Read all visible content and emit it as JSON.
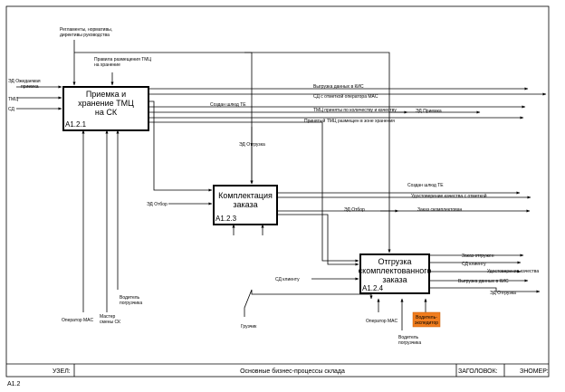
{
  "frame": {
    "node_label": "УЗЕЛ:",
    "title": "Основные бизнес-процессы склада",
    "heading_label": "ЗАГОЛОВОК:",
    "number_label": "ЗНОМЕР:",
    "page_id": "A1.2"
  },
  "boxes": [
    {
      "title": [
        "Приемка и",
        "хранение ТМЦ",
        "на СК"
      ],
      "code": "A1.2.1"
    },
    {
      "title": [
        "Комплектация",
        "заказа"
      ],
      "code": "A1.2.3"
    },
    {
      "title": [
        "Отгрузка",
        "скомплектованного",
        "заказа"
      ],
      "code": "A1.2.4"
    }
  ],
  "labels": {
    "controls_top": [
      "Регламенты, нормативы,",
      "директивы руководства"
    ],
    "placement_rules": [
      "Правила размещения ТМЦ",
      "на хранение"
    ],
    "input_ed_expected": [
      "ЭД Ожидаемая",
      "приемка"
    ],
    "input_tmc": "ТМЦ",
    "input_sd": "СД",
    "out_kis": "Выгрузка данных в КИС",
    "out_sd_operator": "СД с отметкой оператора MAC",
    "out_te_created_1": "Создан шлюд ТЕ",
    "out_tmc_accepted": "ТМЦ приняты по количеству и качеству",
    "out_ed_priemka": "ЭД Приемка",
    "out_tmc_placed": "Принятый ТМЦ размещен в зоне хранения",
    "ed_otgruzka": "ЭД Отгрузка",
    "ed_otbor_in": "ЭД Отбор",
    "out_te_created_2": "Создан шлюд ТЕ",
    "out_quality_mark": "Удостоверение качества с отметкой",
    "out_ed_otbor": "ЭД Отбор",
    "out_order_done": "Заказ скомплектован",
    "sd_client": "СД клиенту",
    "out_order_shipped": "Заказ отгружен",
    "out_sd_client": "СД клиенту",
    "out_quality": "Удостоверение качества",
    "out_kis_2": "Выгрузка данных в КИС",
    "out_ed_otgruzka": "ЭД Отгрузка",
    "mech_operator_mac_1": "Оператор MAC",
    "mech_master": [
      "Мастер",
      "смены СК"
    ],
    "mech_driver_1": [
      "Водитель",
      "погрузчика"
    ],
    "mech_loaders": "Грузчик",
    "mech_operator_mac_2": "Оператор MAC",
    "mech_driver_2": [
      "Водитель",
      "погрузчика"
    ],
    "mech_forwarder": [
      "Водитель-",
      "экспедитор"
    ]
  },
  "colors": {
    "forwarder_fill": "#f07d1e"
  }
}
